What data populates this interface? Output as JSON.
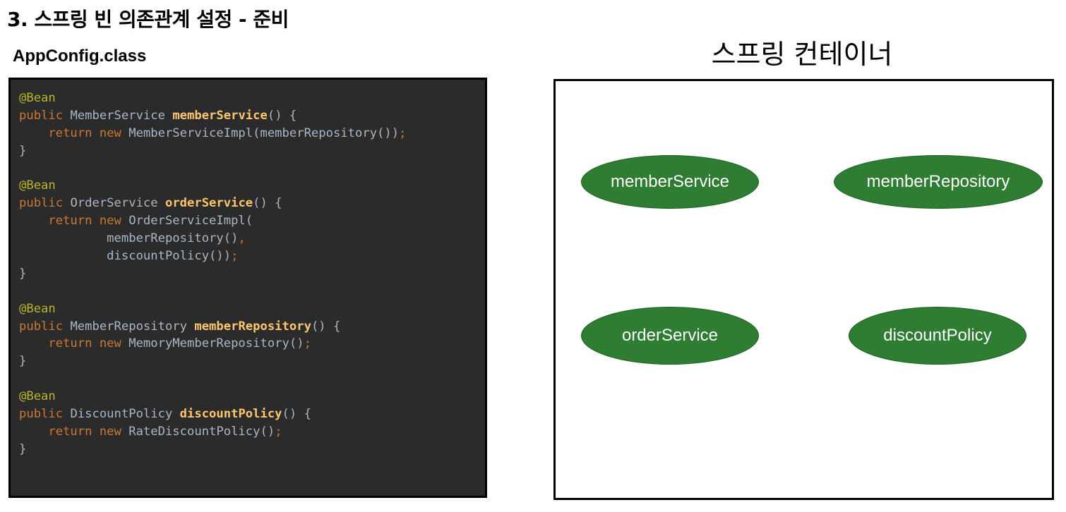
{
  "page_title": "3. 스프링 빈 의존관계 설정 - 준비",
  "code_panel": {
    "title": "AppConfig.class",
    "lines": [
      [
        {
          "t": "@Bean",
          "c": "annotation"
        }
      ],
      [
        {
          "t": "public ",
          "c": "keyword"
        },
        {
          "t": "MemberService ",
          "c": "plain"
        },
        {
          "t": "memberService",
          "c": "method"
        },
        {
          "t": "() {",
          "c": "plain"
        }
      ],
      [
        {
          "t": "    return new ",
          "c": "keyword"
        },
        {
          "t": "MemberServiceImpl(memberRepository())",
          "c": "plain"
        },
        {
          "t": ";",
          "c": "keyword"
        }
      ],
      [
        {
          "t": "}",
          "c": "plain"
        }
      ],
      [],
      [
        {
          "t": "@Bean",
          "c": "annotation"
        }
      ],
      [
        {
          "t": "public ",
          "c": "keyword"
        },
        {
          "t": "OrderService ",
          "c": "plain"
        },
        {
          "t": "orderService",
          "c": "method"
        },
        {
          "t": "() {",
          "c": "plain"
        }
      ],
      [
        {
          "t": "    return new ",
          "c": "keyword"
        },
        {
          "t": "OrderServiceImpl(",
          "c": "plain"
        }
      ],
      [
        {
          "t": "            memberRepository()",
          "c": "plain"
        },
        {
          "t": ",",
          "c": "keyword"
        }
      ],
      [
        {
          "t": "            discountPolicy())",
          "c": "plain"
        },
        {
          "t": ";",
          "c": "keyword"
        }
      ],
      [
        {
          "t": "}",
          "c": "plain"
        }
      ],
      [],
      [
        {
          "t": "@Bean",
          "c": "annotation"
        }
      ],
      [
        {
          "t": "public ",
          "c": "keyword"
        },
        {
          "t": "MemberRepository ",
          "c": "plain"
        },
        {
          "t": "memberRepository",
          "c": "method"
        },
        {
          "t": "() {",
          "c": "plain"
        }
      ],
      [
        {
          "t": "    return new ",
          "c": "keyword"
        },
        {
          "t": "MemoryMemberRepository()",
          "c": "plain"
        },
        {
          "t": ";",
          "c": "keyword"
        }
      ],
      [
        {
          "t": "}",
          "c": "plain"
        }
      ],
      [],
      [
        {
          "t": "@Bean",
          "c": "annotation"
        }
      ],
      [
        {
          "t": "public ",
          "c": "keyword"
        },
        {
          "t": "DiscountPolicy ",
          "c": "plain"
        },
        {
          "t": "discountPolicy",
          "c": "method"
        },
        {
          "t": "() {",
          "c": "plain"
        }
      ],
      [
        {
          "t": "    return new ",
          "c": "keyword"
        },
        {
          "t": "RateDiscountPolicy()",
          "c": "plain"
        },
        {
          "t": ";",
          "c": "keyword"
        }
      ],
      [
        {
          "t": "}",
          "c": "plain"
        }
      ]
    ]
  },
  "spring_container": {
    "title": "스프링 컨테이너",
    "beans": [
      {
        "label": "memberService"
      },
      {
        "label": "memberRepository"
      },
      {
        "label": "orderService"
      },
      {
        "label": "discountPolicy"
      }
    ]
  },
  "colors": {
    "code_background": "#2b2b2b",
    "annotation": "#bbb529",
    "keyword": "#cc7832",
    "method": "#ffc66d",
    "plain": "#a9b7c6",
    "bean_fill": "#2e7d32"
  }
}
